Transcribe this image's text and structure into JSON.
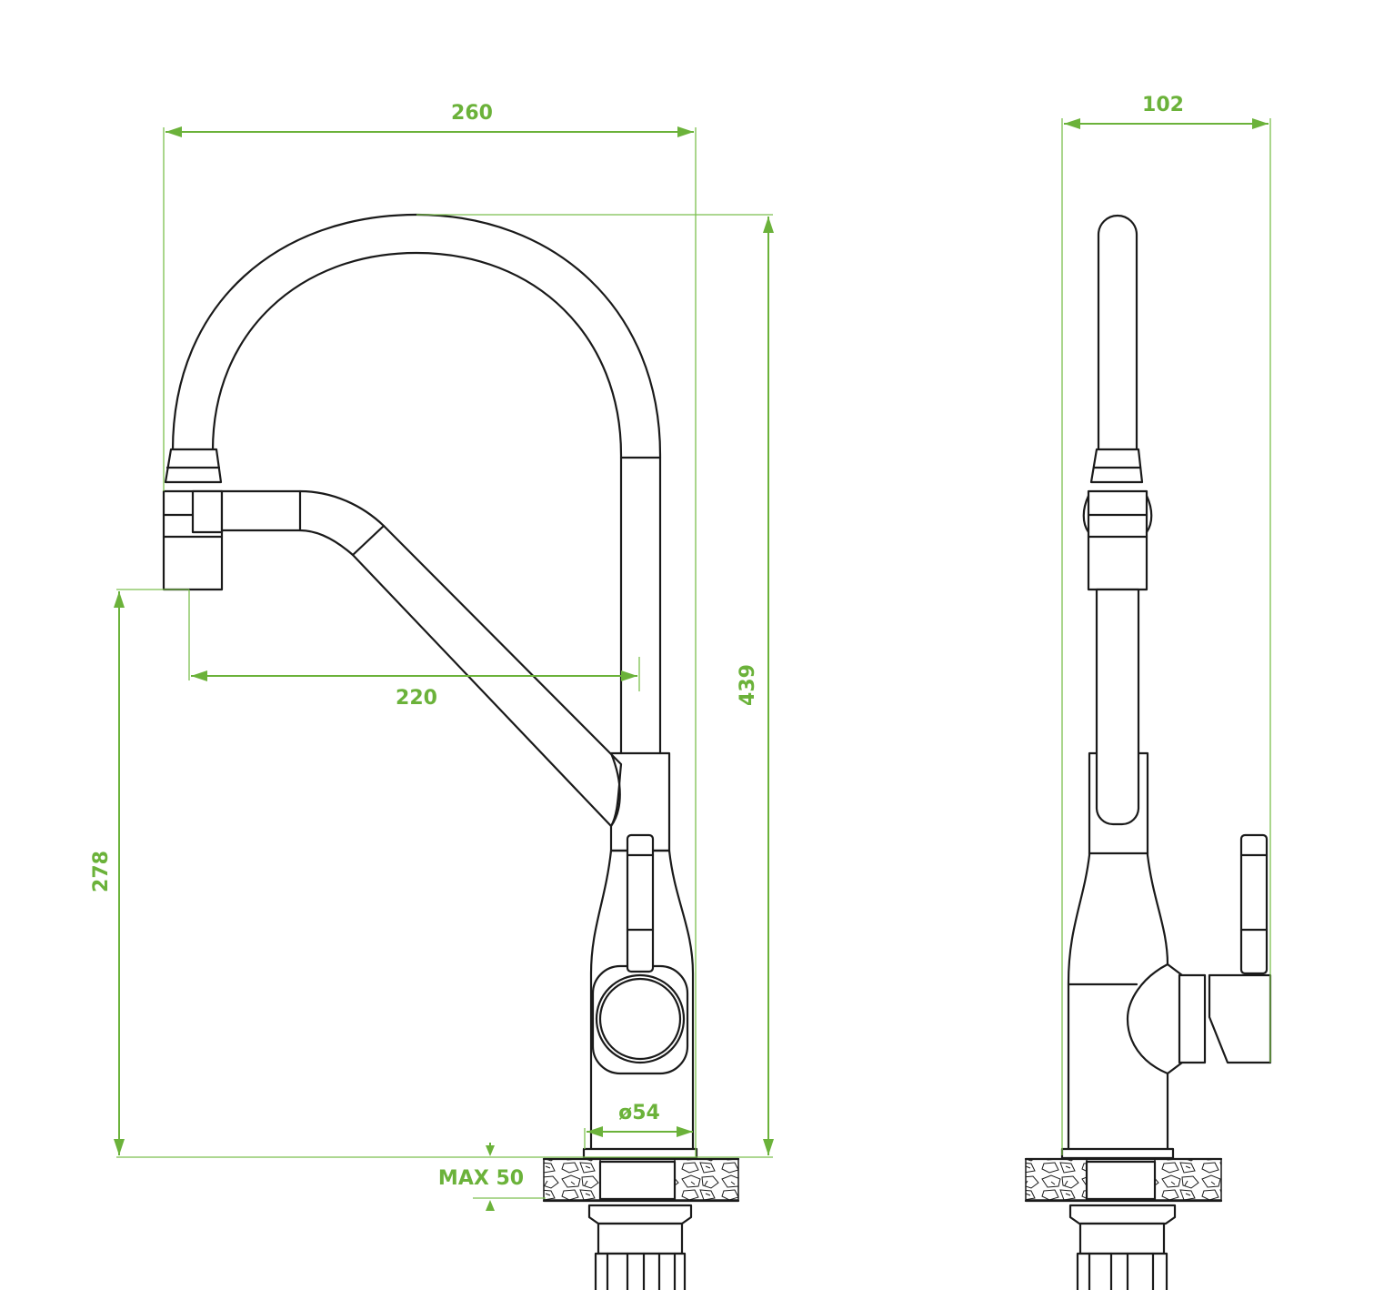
{
  "colors": {
    "dimension": "#6bb23a",
    "outline": "#1a1a1a"
  },
  "front_view": {
    "width_label": "260",
    "height_label": "439",
    "spout_height_label": "278",
    "reach_label": "220",
    "base_diameter_label": "ø54",
    "max_thickness_label": "MAX 50"
  },
  "side_view": {
    "width_label": "102"
  }
}
